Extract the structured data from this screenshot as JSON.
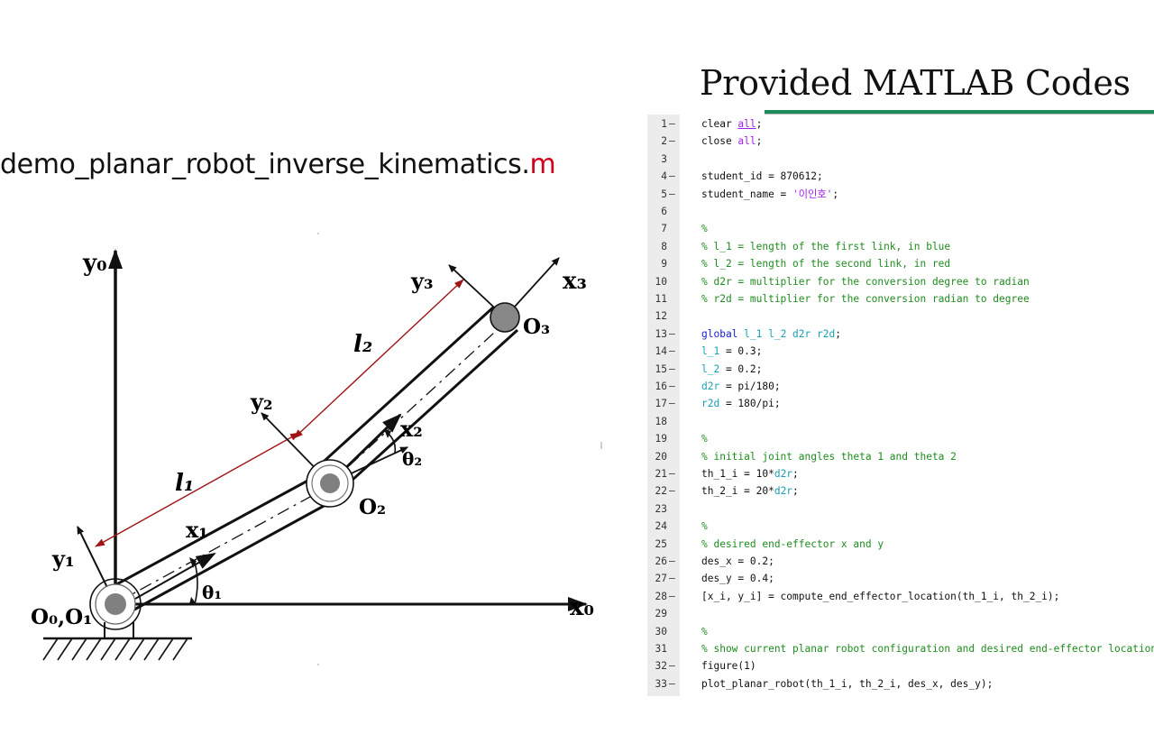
{
  "slide": {
    "title": "Provided MATLAB Codes",
    "filename_base": "demo_planar_robot_inverse_kinematics.",
    "filename_ext": "m"
  },
  "diagram": {
    "labels": {
      "y0": "y₀",
      "x0": "x₀",
      "origin01": "O₀,O₁",
      "y1": "y₁",
      "x1": "x₁",
      "l1": "l₁",
      "theta1": "θ₁",
      "y2": "y₂",
      "x2": "x₂",
      "o2": "O₂",
      "theta2": "θ₂",
      "y3": "y₃",
      "x3": "x₃",
      "l2": "l₂",
      "o3": "O₃"
    },
    "colors": {
      "link_arrow": "#a01414",
      "ink": "#111111",
      "joint_fill": "#808080"
    }
  },
  "code": {
    "colors": {
      "comment": "#1e8c1e",
      "keyword": "#1a1ad6",
      "variable": "#1aa0b4",
      "string": "#a020f0"
    },
    "lines": [
      {
        "n": "1",
        "dash": "–",
        "segs": [
          {
            "t": "clear ",
            "c": ""
          },
          {
            "t": "all",
            "c": "und"
          },
          {
            "t": ";",
            "c": ""
          }
        ]
      },
      {
        "n": "2",
        "dash": "–",
        "segs": [
          {
            "t": "close ",
            "c": ""
          },
          {
            "t": "all",
            "c": "str"
          },
          {
            "t": ";",
            "c": ""
          }
        ]
      },
      {
        "n": "3",
        "dash": "",
        "segs": []
      },
      {
        "n": "4",
        "dash": "–",
        "segs": [
          {
            "t": "student_id = 870612;",
            "c": ""
          }
        ]
      },
      {
        "n": "5",
        "dash": "–",
        "segs": [
          {
            "t": "student_name = ",
            "c": ""
          },
          {
            "t": "'이인호'",
            "c": "str"
          },
          {
            "t": ";",
            "c": ""
          }
        ]
      },
      {
        "n": "6",
        "dash": "",
        "segs": []
      },
      {
        "n": "7",
        "dash": "",
        "segs": [
          {
            "t": "%",
            "c": "cm"
          }
        ]
      },
      {
        "n": "8",
        "dash": "",
        "segs": [
          {
            "t": "% l_1 = length of the first link, in blue",
            "c": "cm"
          }
        ]
      },
      {
        "n": "9",
        "dash": "",
        "segs": [
          {
            "t": "% l_2 = length of the second link, in red",
            "c": "cm"
          }
        ]
      },
      {
        "n": "10",
        "dash": "",
        "segs": [
          {
            "t": "% d2r = multiplier for the conversion degree to radian",
            "c": "cm"
          }
        ]
      },
      {
        "n": "11",
        "dash": "",
        "segs": [
          {
            "t": "% r2d = multiplier for the conversion radian to degree",
            "c": "cm"
          }
        ]
      },
      {
        "n": "12",
        "dash": "",
        "segs": []
      },
      {
        "n": "13",
        "dash": "–",
        "segs": [
          {
            "t": "global ",
            "c": "kw"
          },
          {
            "t": "l_1 l_2 d2r r2d",
            "c": "var"
          },
          {
            "t": ";",
            "c": ""
          }
        ]
      },
      {
        "n": "14",
        "dash": "–",
        "segs": [
          {
            "t": "l_1",
            "c": "var"
          },
          {
            "t": " = 0.3;",
            "c": ""
          }
        ]
      },
      {
        "n": "15",
        "dash": "–",
        "segs": [
          {
            "t": "l_2",
            "c": "var"
          },
          {
            "t": " = 0.2;",
            "c": ""
          }
        ]
      },
      {
        "n": "16",
        "dash": "–",
        "segs": [
          {
            "t": "d2r",
            "c": "var"
          },
          {
            "t": " = pi/180;",
            "c": ""
          }
        ]
      },
      {
        "n": "17",
        "dash": "–",
        "segs": [
          {
            "t": "r2d",
            "c": "var"
          },
          {
            "t": " = 180/pi;",
            "c": ""
          }
        ]
      },
      {
        "n": "18",
        "dash": "",
        "segs": []
      },
      {
        "n": "19",
        "dash": "",
        "segs": [
          {
            "t": "%",
            "c": "cm"
          }
        ]
      },
      {
        "n": "20",
        "dash": "",
        "segs": [
          {
            "t": "% initial joint angles theta 1 and theta 2",
            "c": "cm"
          }
        ]
      },
      {
        "n": "21",
        "dash": "–",
        "segs": [
          {
            "t": "th_1_i = 10*",
            "c": ""
          },
          {
            "t": "d2r",
            "c": "var"
          },
          {
            "t": ";",
            "c": ""
          }
        ]
      },
      {
        "n": "22",
        "dash": "–",
        "segs": [
          {
            "t": "th_2_i = 20*",
            "c": ""
          },
          {
            "t": "d2r",
            "c": "var"
          },
          {
            "t": ";",
            "c": ""
          }
        ]
      },
      {
        "n": "23",
        "dash": "",
        "segs": []
      },
      {
        "n": "24",
        "dash": "",
        "segs": [
          {
            "t": "%",
            "c": "cm"
          }
        ]
      },
      {
        "n": "25",
        "dash": "",
        "segs": [
          {
            "t": "% desired end-effector x and y",
            "c": "cm"
          }
        ]
      },
      {
        "n": "26",
        "dash": "–",
        "segs": [
          {
            "t": "des_x = 0.2;",
            "c": ""
          }
        ]
      },
      {
        "n": "27",
        "dash": "–",
        "segs": [
          {
            "t": "des_y = 0.4;",
            "c": ""
          }
        ]
      },
      {
        "n": "28",
        "dash": "–",
        "segs": [
          {
            "t": "[x_i, y_i] = compute_end_effector_location(th_1_i, th_2_i);",
            "c": ""
          }
        ]
      },
      {
        "n": "29",
        "dash": "",
        "segs": []
      },
      {
        "n": "30",
        "dash": "",
        "segs": [
          {
            "t": "%",
            "c": "cm"
          }
        ]
      },
      {
        "n": "31",
        "dash": "",
        "segs": [
          {
            "t": "% show current planar robot configuration and desired end-effector location",
            "c": "cm"
          }
        ]
      },
      {
        "n": "32",
        "dash": "–",
        "segs": [
          {
            "t": "figure(1)",
            "c": ""
          }
        ]
      },
      {
        "n": "33",
        "dash": "–",
        "segs": [
          {
            "t": "plot_planar_robot(th_1_i, th_2_i, des_x, des_y);",
            "c": ""
          }
        ]
      }
    ]
  }
}
